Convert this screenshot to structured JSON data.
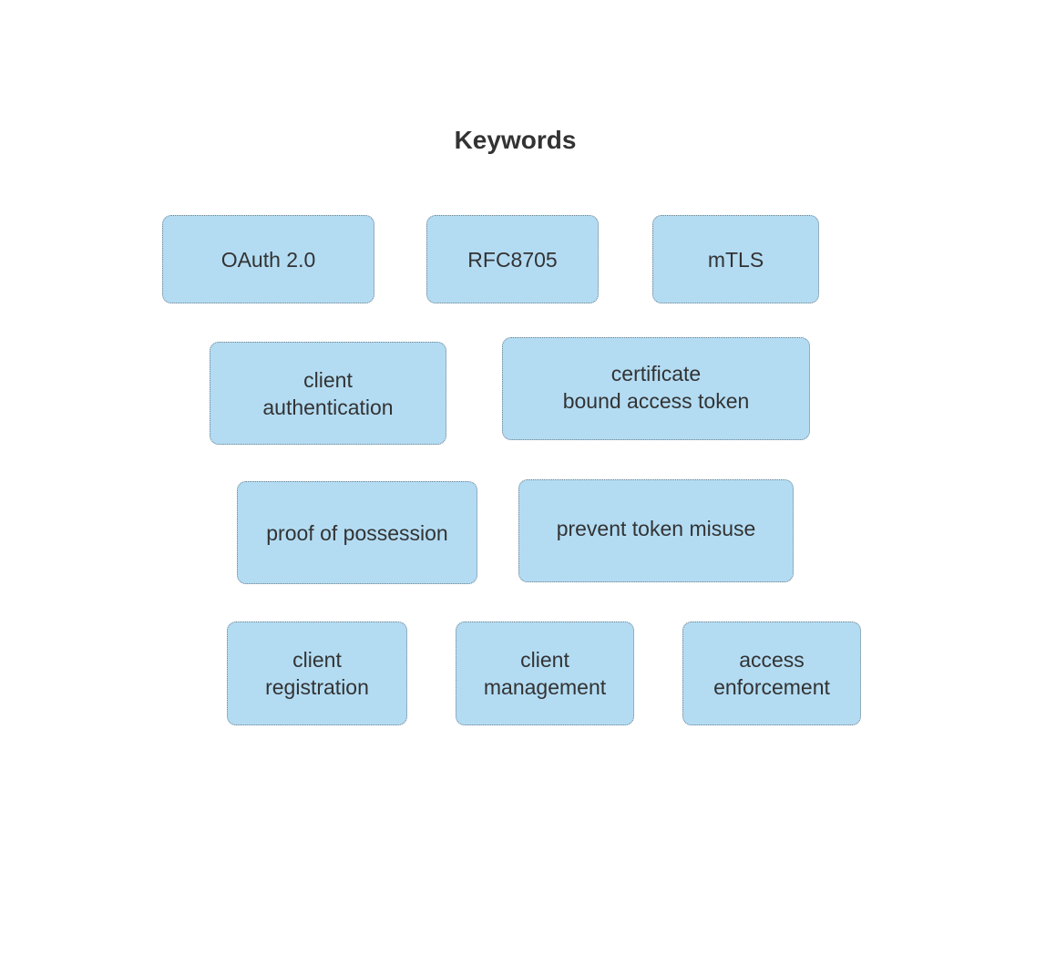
{
  "diagram": {
    "title": "Keywords",
    "keywords": [
      {
        "label": "OAuth 2.0"
      },
      {
        "label": "RFC8705"
      },
      {
        "label": "mTLS"
      },
      {
        "label": "client\nauthentication"
      },
      {
        "label": "certificate\nbound access token"
      },
      {
        "label": "proof of possession"
      },
      {
        "label": "prevent token misuse"
      },
      {
        "label": "client\nregistration"
      },
      {
        "label": "client\nmanagement"
      },
      {
        "label": "access\nenforcement"
      }
    ]
  },
  "colors": {
    "box_fill": "#b3dcf3",
    "box_border": "#6f7f8a",
    "text": "#333333"
  }
}
